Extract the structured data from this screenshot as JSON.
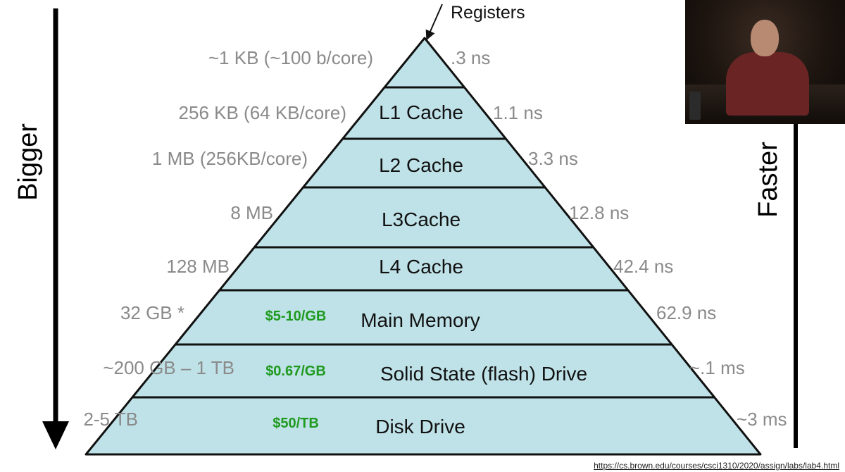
{
  "pyramid": {
    "apex_label": "Registers",
    "levels": [
      {
        "name": "",
        "size": "~1 KB (~100 b/core)",
        "latency": ".3 ns",
        "price": ""
      },
      {
        "name": "L1 Cache",
        "size": "256 KB (64 KB/core)",
        "latency": "1.1 ns",
        "price": ""
      },
      {
        "name": "L2 Cache",
        "size": "1 MB (256KB/core)",
        "latency": "3.3 ns",
        "price": ""
      },
      {
        "name": "L3Cache",
        "size": "8 MB",
        "latency": "12.8 ns",
        "price": ""
      },
      {
        "name": "L4 Cache",
        "size": "128 MB",
        "latency": "42.4 ns",
        "price": ""
      },
      {
        "name": "Main Memory",
        "size": "32 GB *",
        "latency": "62.9 ns",
        "price": "$5-10/GB"
      },
      {
        "name": "Solid State (flash) Drive",
        "size": "~200 GB – 1 TB",
        "latency": "~.1 ms",
        "price": "$0.67/GB"
      },
      {
        "name": "Disk Drive",
        "size": "2-5 TB",
        "latency": "~3 ms",
        "price": "$50/TB"
      }
    ]
  },
  "axes": {
    "left_label": "Bigger",
    "right_label": "Faster"
  },
  "source_url": "https://cs.brown.edu/courses/csci1310/2020/assign/labs/lab4.html",
  "colors": {
    "fill": "#bfe2e8",
    "outline": "#111111",
    "gray_text": "#8a8a8a",
    "price_text": "#1f9a1f"
  }
}
